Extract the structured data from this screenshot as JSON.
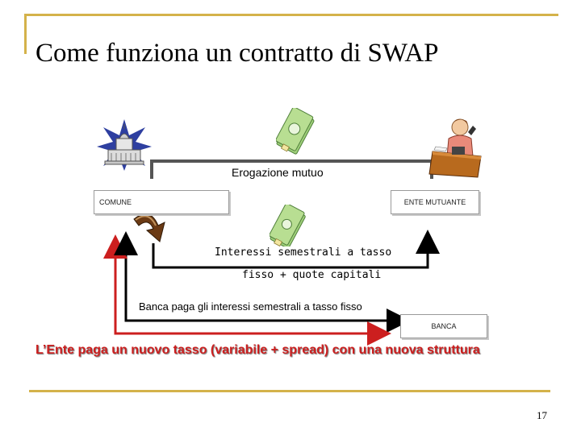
{
  "slide": {
    "title": "Come funziona un contratto di SWAP",
    "page_number": "17",
    "accent_color": "#d4b24a"
  },
  "diagram": {
    "boxes": {
      "comune": "COMUNE",
      "ente": "ENTE MUTUANTE",
      "banca": "BANCA"
    },
    "flows": {
      "erogazione": "Erogazione mutuo",
      "interessi_line1": "Interessi semestrali a tasso",
      "interessi_line2": "fisso + quote capitali",
      "banca_paga": "Banca paga gli interessi semestrali a tasso fisso"
    },
    "conclusion": "L’Ente paga un nuovo tasso (variabile + spread) con una nuova struttura",
    "conclusion_color": "#cc1f1f",
    "icons": [
      "town-hall-icon",
      "money-stack-icon",
      "person-at-desk-icon",
      "curved-arrow-icon"
    ]
  }
}
